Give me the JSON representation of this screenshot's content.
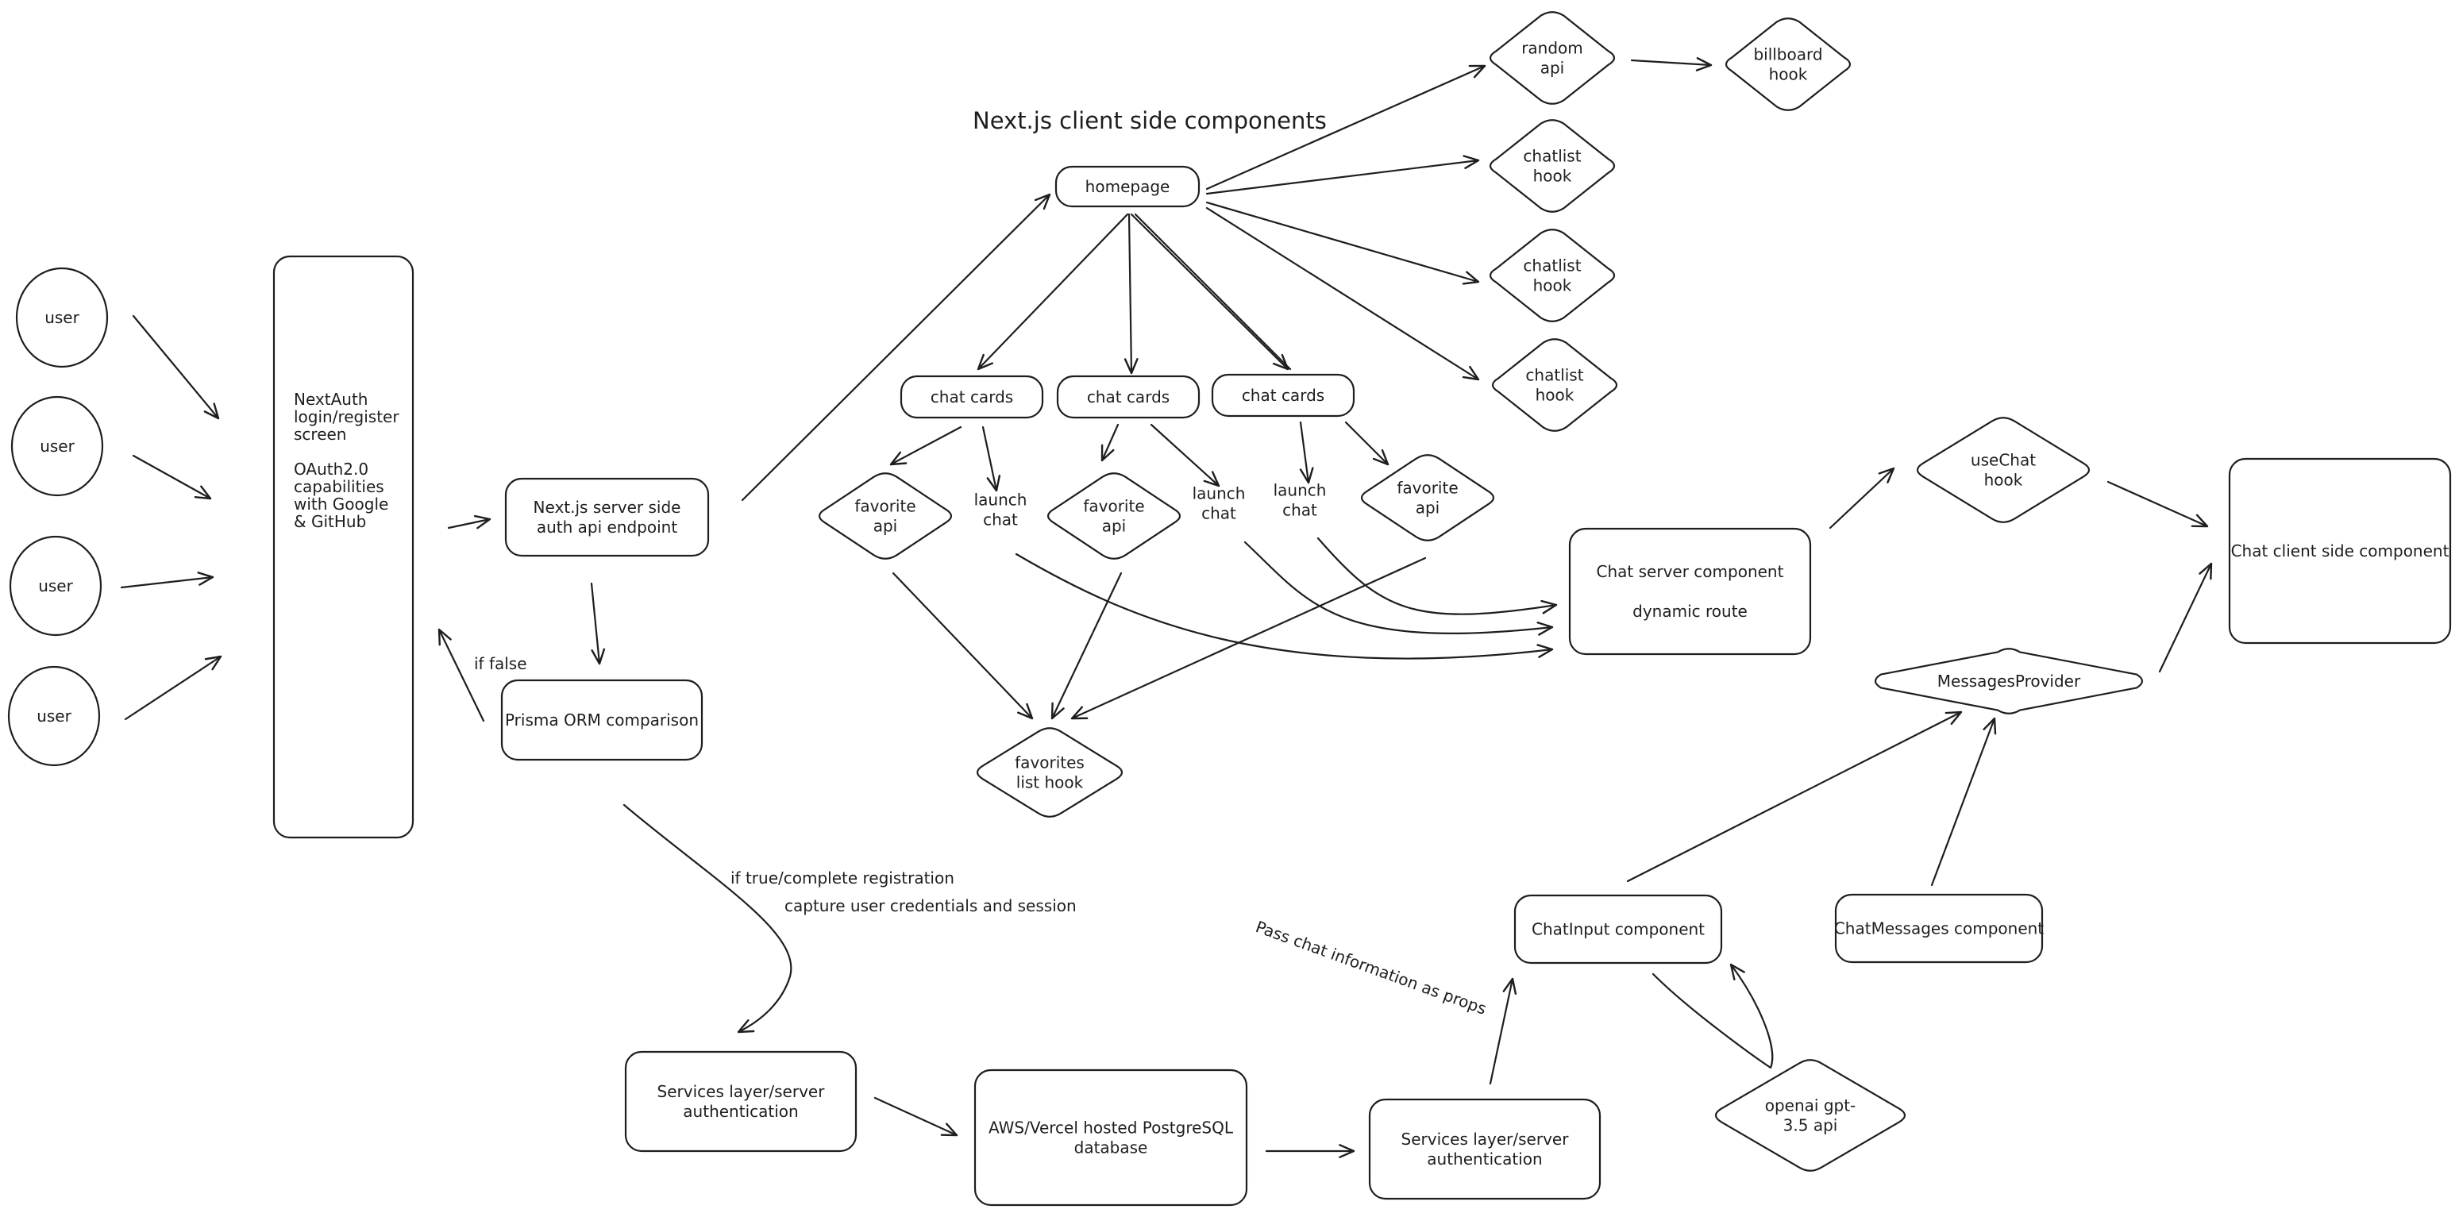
{
  "title": "Next.js client side components",
  "nodes": {
    "user1": "user",
    "user2": "user",
    "user3": "user",
    "user4": "user",
    "nextauth": [
      "NextAuth",
      "login/register",
      "screen",
      "",
      "OAuth2.0",
      "capabilities",
      "with Google",
      "& GitHub"
    ],
    "server_auth": [
      "Next.js server side",
      "auth api endpoint"
    ],
    "prisma": "Prisma ORM comparison",
    "homepage": "homepage",
    "random_api": [
      "random",
      "api"
    ],
    "billboard_hook": [
      "billboard",
      "hook"
    ],
    "chatlist_hook_1": [
      "chatlist",
      "hook"
    ],
    "chatlist_hook_2": [
      "chatlist",
      "hook"
    ],
    "chatlist_hook_3": [
      "chatlist",
      "hook"
    ],
    "chat_cards_1": "chat cards",
    "chat_cards_2": "chat cards",
    "chat_cards_3": "chat cards",
    "favorite_api_1": [
      "favorite",
      "api"
    ],
    "favorite_api_2": [
      "favorite",
      "api"
    ],
    "favorite_api_3": [
      "favorite",
      "api"
    ],
    "launch_chat_1": [
      "launch",
      "chat"
    ],
    "launch_chat_2": [
      "launch",
      "chat"
    ],
    "launch_chat_3": [
      "launch",
      "chat"
    ],
    "favorites_list_hook": [
      "favorites",
      "list hook"
    ],
    "chat_server_component": [
      "Chat server component",
      "",
      "dynamic route"
    ],
    "usechat_hook": [
      "useChat",
      "hook"
    ],
    "chat_client_component": "Chat client side component",
    "messages_provider": "MessagesProvider",
    "chatinput_component": "ChatInput component",
    "chatmessages_component": "ChatMessages component",
    "openai_api": [
      "openai gpt-",
      "3.5 api"
    ],
    "services_layer_1": [
      "Services layer/server",
      "authentication"
    ],
    "postgres_db": [
      "AWS/Vercel hosted PostgreSQL",
      "database"
    ],
    "services_layer_2": [
      "Services layer/server",
      "authentication"
    ]
  },
  "edge_labels": {
    "if_false": "if false",
    "if_true": "if true/complete registration",
    "capture": "capture user credentials and session",
    "pass_props": "Pass chat information as props"
  }
}
